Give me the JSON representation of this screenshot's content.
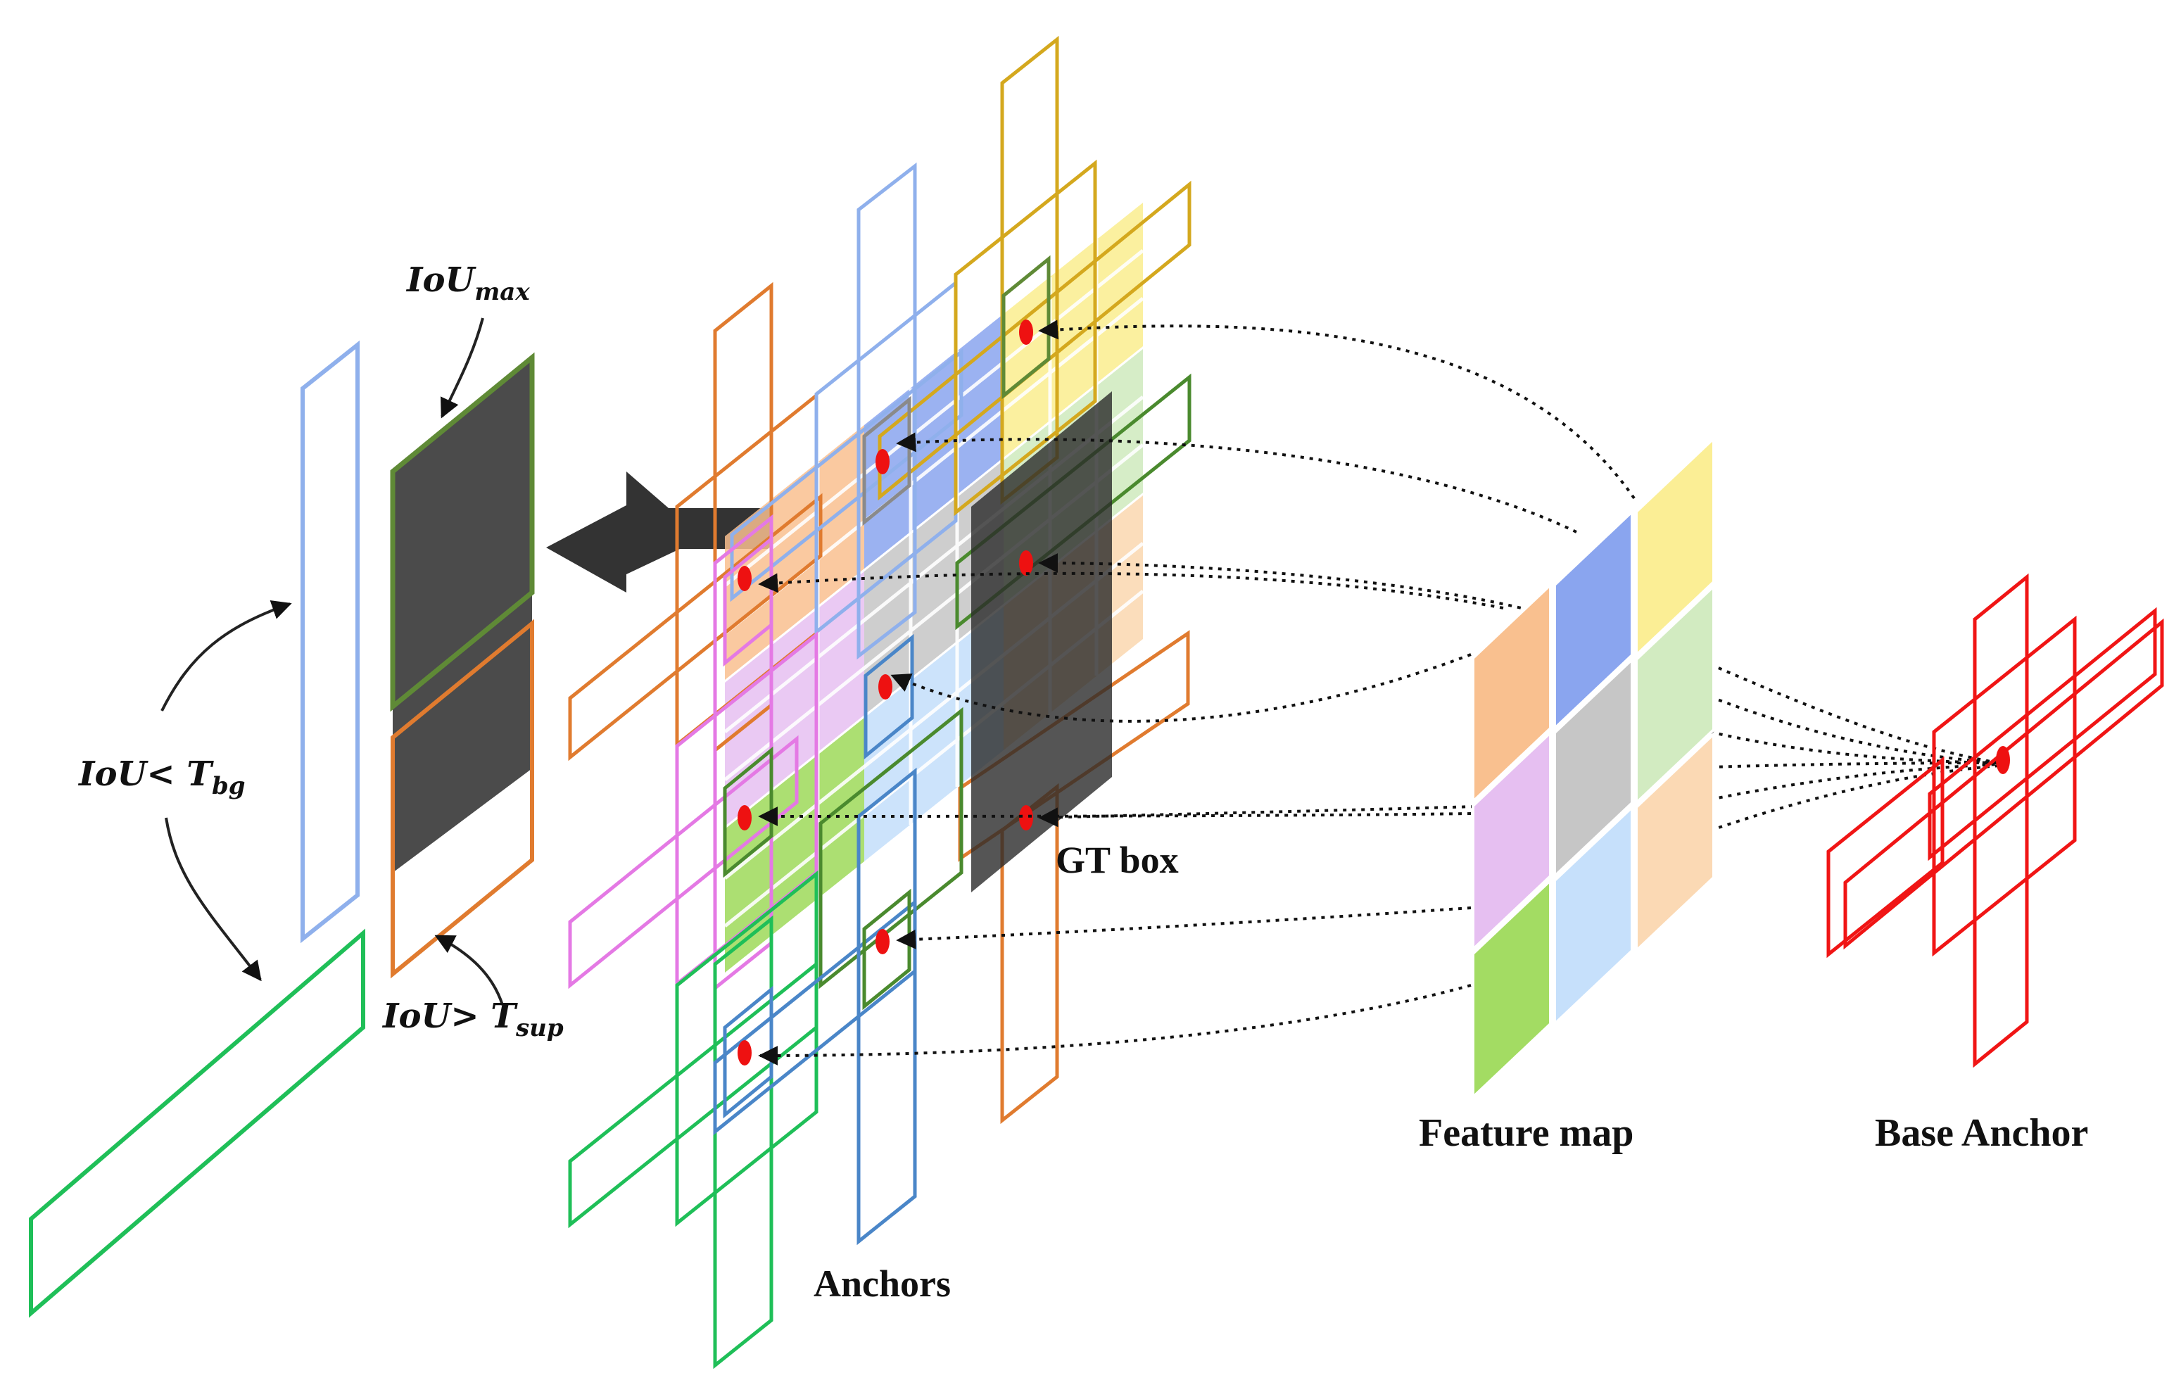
{
  "labels": {
    "iou_max_main": "IoU",
    "iou_max_sub": "max",
    "iou_bg_main": "IoU< T",
    "iou_bg_sub": "bg",
    "iou_sup_main": "IoU> T",
    "iou_sup_sub": "sup",
    "gt_box": "GT box",
    "anchors": "Anchors",
    "feature_map": "Feature map",
    "base_anchor": "Base Anchor"
  },
  "colors": {
    "feature_cells": [
      [
        "#f9c08f",
        "#8aa5ef",
        "#fbee95"
      ],
      [
        "#e6bff1",
        "#c6c6c6",
        "#d2ebc1"
      ],
      [
        "#a3dc63",
        "#c6e0fb",
        "#fbd9b4"
      ]
    ],
    "anchor_outlines": [
      "#e07b2f",
      "#8fb0ec",
      "#d4a81e",
      "#e479e4",
      "#4a8a2e",
      "#1fbf58",
      "#4a86c8"
    ],
    "base_anchor": "#f01515",
    "center_dot": "#ee1111",
    "gt_box_fill": "#2b2b2b",
    "arrow_fill": "#333333"
  },
  "icons": {
    "center_point": "red-dot-icon",
    "selection_arrow": "block-arrow-left-icon"
  }
}
